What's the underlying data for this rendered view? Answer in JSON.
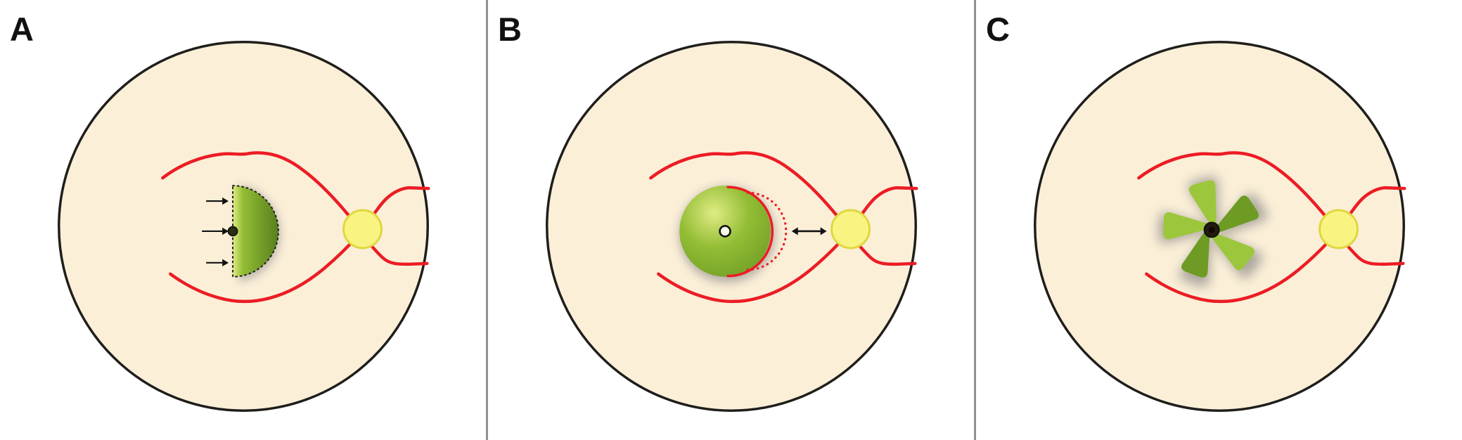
{
  "figure": {
    "panels": [
      {
        "label": "A"
      },
      {
        "label": "B"
      },
      {
        "label": "C"
      }
    ],
    "palette": {
      "background": "#ffffff",
      "divider_gray": "#8f9192",
      "fundus_fill": "#fbefd8",
      "fundus_stroke": "#1f1e1c",
      "vessel_red": "#ec1c24",
      "disc_fill": "#f9f382",
      "disc_stroke": "#e0d73e",
      "green_highlight": "#e0ec84",
      "green_light": "#b6d44b",
      "green_mid": "#93bd35",
      "green_blade": "#9cc73c",
      "green_dark": "#6d9b24",
      "green_deep": "#56801b",
      "shadow_gray": "#777777",
      "arrow_black": "#121212",
      "dot_dark": "#2b2d14",
      "hub_dark": "#241a0d"
    }
  }
}
